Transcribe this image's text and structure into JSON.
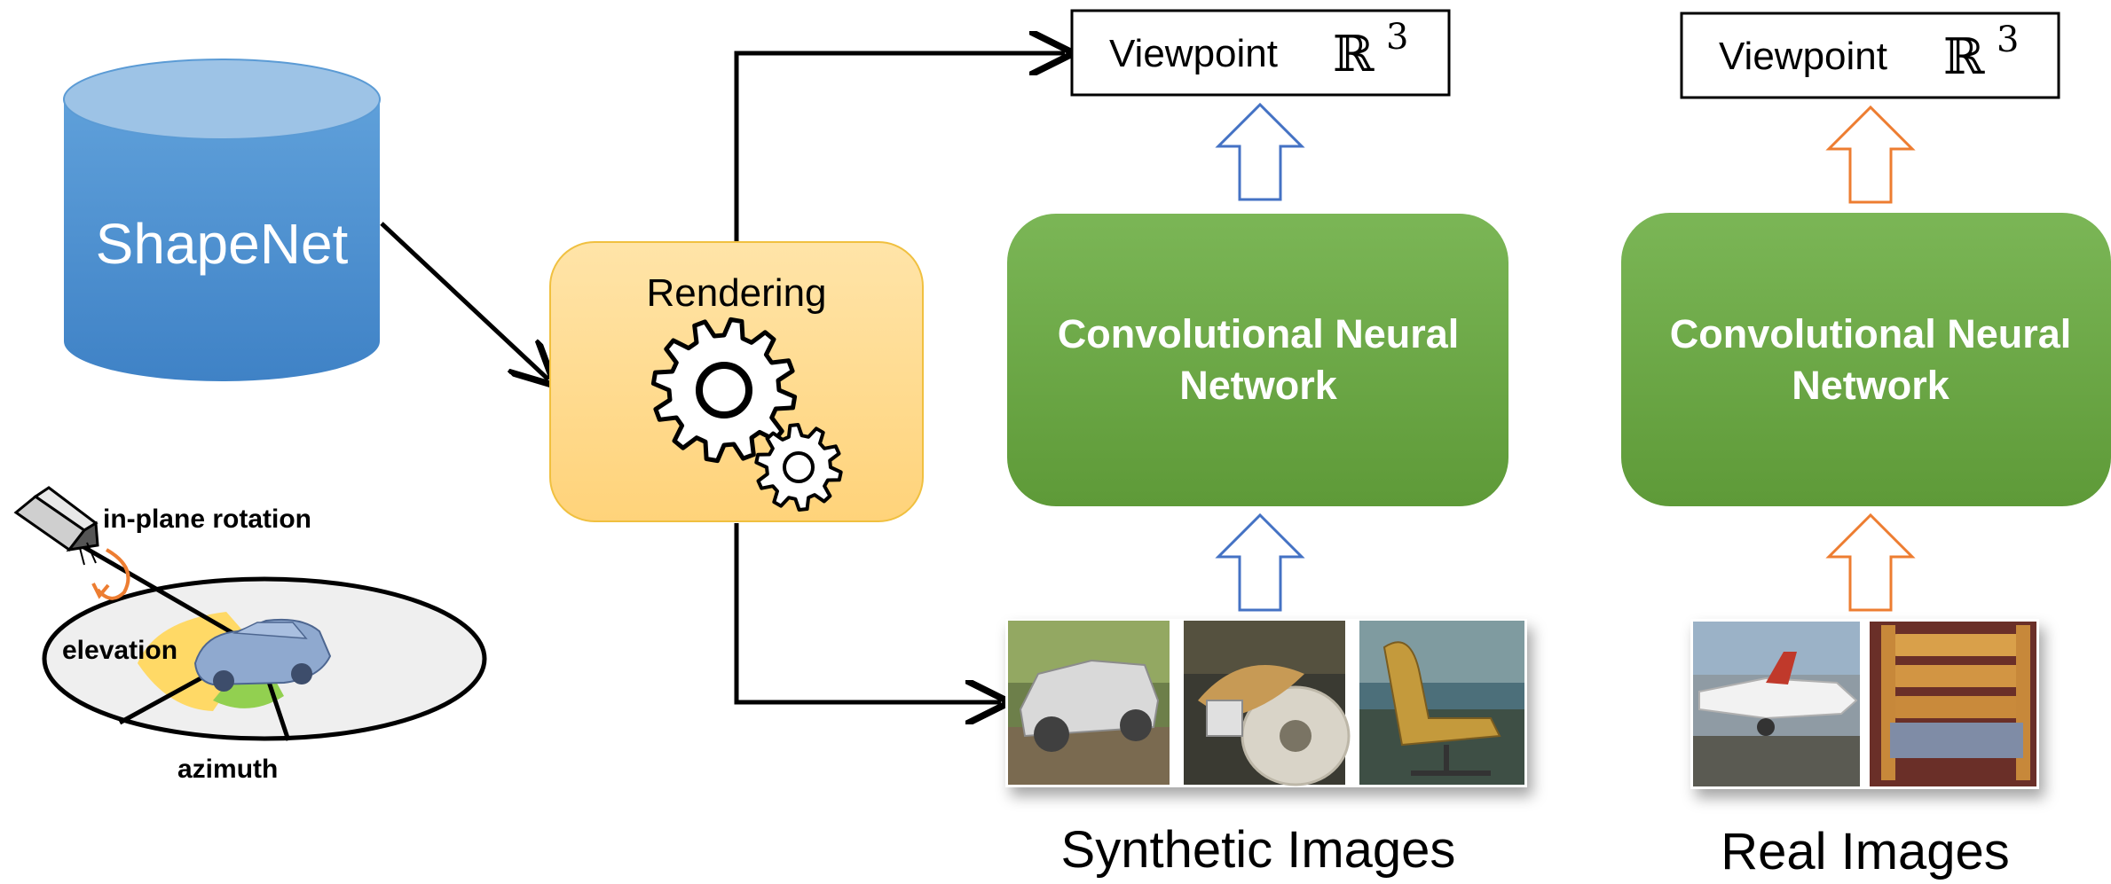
{
  "database": {
    "label": "ShapeNet",
    "color": "#5b9bd5"
  },
  "renderer": {
    "label": "Rendering",
    "color": "#ffd580"
  },
  "outputs": {
    "synthetic": {
      "label": "Viewpoint",
      "math": "ℝ",
      "exponent": "3"
    },
    "real": {
      "label": "Viewpoint",
      "math": "ℝ",
      "exponent": "3"
    }
  },
  "networks": {
    "synthetic": {
      "line1": "Convolutional Neural",
      "line2": "Network",
      "color": "#70ad47"
    },
    "real": {
      "line1": "Convolutional Neural",
      "line2": "Network",
      "color": "#70ad47"
    }
  },
  "image_sets": {
    "synthetic": {
      "caption": "Synthetic Images",
      "thumbnails": [
        "truck",
        "motorcycle",
        "office-chair"
      ]
    },
    "real": {
      "caption": "Real Images",
      "thumbnails": [
        "airplane",
        "wooden-chair"
      ]
    }
  },
  "camera_diagram": {
    "rotation_label": "in-plane rotation",
    "elevation_label": "elevation",
    "azimuth_label": "azimuth"
  },
  "colors": {
    "arrow_blue": "#4472c4",
    "arrow_orange": "#ed7d31",
    "rotation_arrow": "#ed7d31"
  }
}
